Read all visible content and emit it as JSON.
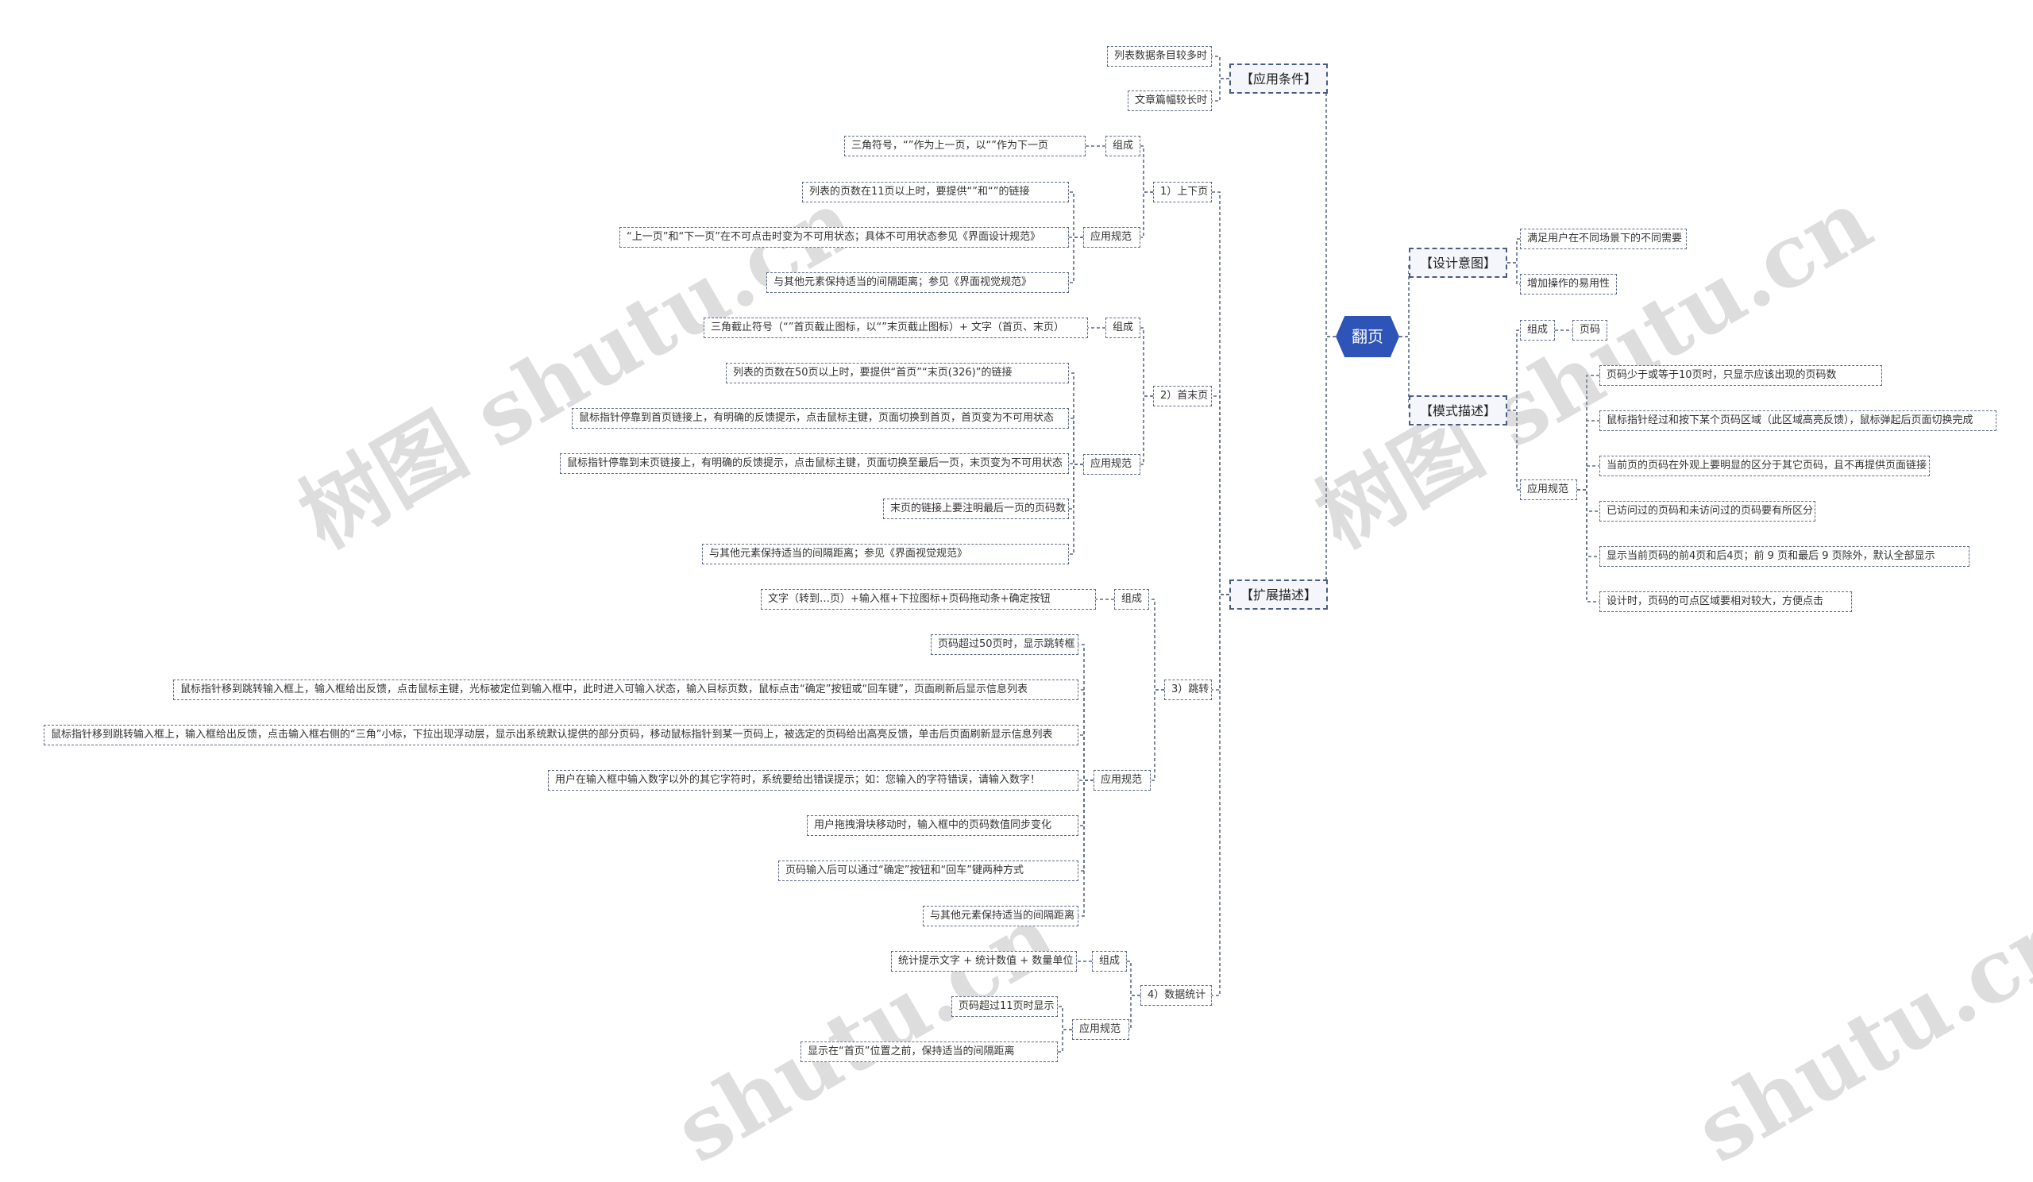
{
  "root": "翻页",
  "watermarks": [
    "树图 shutu.cn",
    "树图 shutu.cn",
    "shutu.cn",
    "shutu.cn"
  ],
  "branches": {
    "conditions": {
      "label": "【应用条件】",
      "items": [
        "列表数据条目较多时",
        "文章篇幅较长时"
      ]
    },
    "extended": {
      "label": "【扩展描述】",
      "prevnext": {
        "label": "1）上下页",
        "compose_label": "组成",
        "compose": [
          "三角符号，“”作为上一页，以“”作为下一页"
        ],
        "spec_label": "应用规范",
        "spec": [
          "列表的页数在11页以上时，要提供“”和“”的链接",
          "“上一页”和“下一页”在不可点击时变为不可用状态；具体不可用状态参见《界面设计规范》",
          "与其他元素保持适当的间隔距离；参见《界面视觉规范》"
        ]
      },
      "firstlast": {
        "label": "2）首末页",
        "compose_label": "组成",
        "compose": [
          "三角截止符号（“”首页截止图标，以“”末页截止图标）+ 文字（首页、末页）"
        ],
        "spec_label": "应用规范",
        "spec": [
          "列表的页数在50页以上时，要提供“首页”“末页(326)”的链接",
          "鼠标指针停靠到首页链接上，有明确的反馈提示，点击鼠标主键，页面切换到首页，首页变为不可用状态",
          "鼠标指针停靠到末页链接上，有明确的反馈提示，点击鼠标主键，页面切换至最后一页，末页变为不可用状态",
          "末页的链接上要注明最后一页的页码数",
          "与其他元素保持适当的间隔距离；参见《界面视觉规范》"
        ]
      },
      "jump": {
        "label": "3）跳转",
        "compose_label": "组成",
        "compose": [
          "文字（转到…页）+输入框+下拉图标+页码拖动条+确定按钮"
        ],
        "spec_label": "应用规范",
        "spec": [
          "页码超过50页时，显示跳转框",
          "鼠标指针移到跳转输入框上，输入框给出反馈，点击鼠标主键，光标被定位到输入框中，此时进入可输入状态，输入目标页数，鼠标点击“确定”按钮或“回车键”，页面刷新后显示信息列表",
          "鼠标指针移到跳转输入框上，输入框给出反馈，点击输入框右侧的“三角”小标，下拉出现浮动层，显示出系统默认提供的部分页码，移动鼠标指针到某一页码上，被选定的页码给出高亮反馈，单击后页面刷新显示信息列表",
          "用户在输入框中输入数字以外的其它字符时，系统要给出错误提示；如：您输入的字符错误，请输入数字！",
          "用户拖拽滑块移动时，输入框中的页码数值同步变化",
          "页码输入后可以通过“确定”按钮和“回车”键两种方式",
          "与其他元素保持适当的间隔距离"
        ]
      },
      "stats": {
        "label": "4）数据统计",
        "compose_label": "组成",
        "compose": [
          "统计提示文字 + 统计数值 + 数量单位"
        ],
        "spec_label": "应用规范",
        "spec": [
          "页码超过11页时显示",
          "显示在“首页”位置之前，保持适当的间隔距离"
        ]
      }
    },
    "intent": {
      "label": "【设计意图】",
      "items": [
        "满足用户在不同场景下的不同需要",
        "增加操作的易用性"
      ]
    },
    "pattern": {
      "label": "【模式描述】",
      "compose_label": "组成",
      "compose": [
        "页码"
      ],
      "spec_label": "应用规范",
      "spec": [
        "页码少于或等于10页时，只显示应该出现的页码数",
        "鼠标指针经过和按下某个页码区域（此区域高亮反馈），鼠标弹起后页面切换完成",
        "当前页的页码在外观上要明显的区分于其它页码，且不再提供页面链接",
        "已访问过的页码和未访问过的页码要有所区分",
        "显示当前页码的前4页和后4页；前 9 页和最后 9 页除外，默认全部显示",
        "设计时，页码的可点区域要相对较大，方便点击"
      ]
    }
  },
  "colors": {
    "root_fill": "#2f54b8",
    "line": "#5c6a86",
    "text": "#333333"
  }
}
